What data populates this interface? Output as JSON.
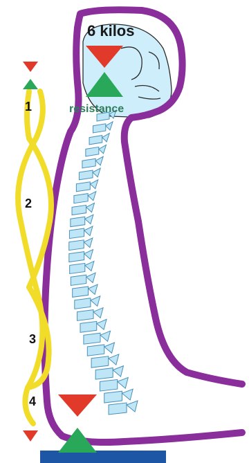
{
  "head_load_label": "6 kilos",
  "resistance_label": "resistance",
  "segments": [
    "1",
    "2",
    "3",
    "4"
  ],
  "colors": {
    "body_outline": "#8a2e9c",
    "spine_fill": "#bfe6f7",
    "spine_stroke": "#4a90b8",
    "yellow_curve": "#f2dc2a",
    "red_marker": "#e23a2a",
    "green_marker": "#2aa85a",
    "seat_base": "#1e56a6"
  },
  "icons": [
    "red-down-triangle-icon",
    "green-up-triangle-icon"
  ]
}
